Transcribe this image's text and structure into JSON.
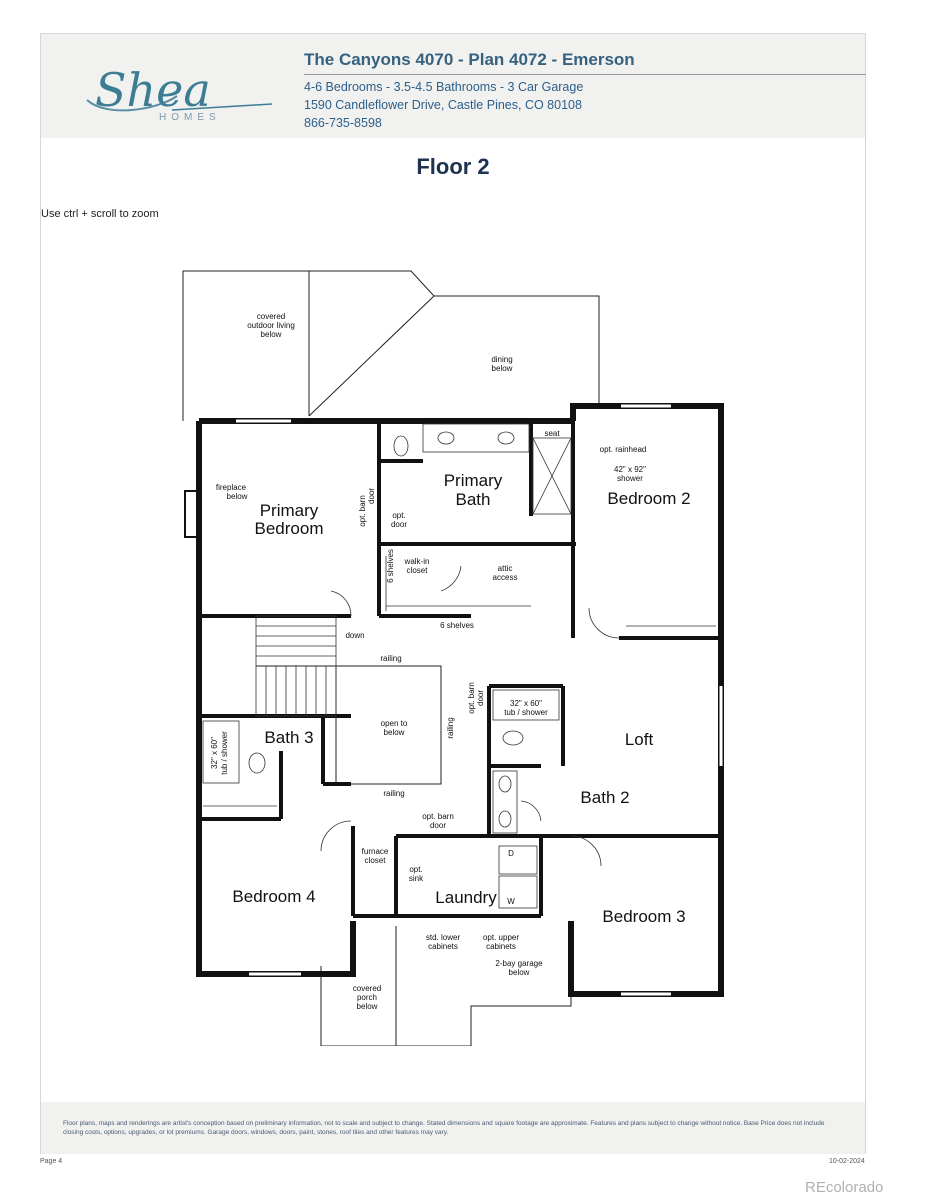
{
  "header": {
    "logo_text": "Shea",
    "logo_subtext": "HOMES",
    "title": "The Canyons 4070 - Plan 4072 - Emerson",
    "specs": "4-6 Bedrooms - 3.5-4.5 Bathrooms - 3 Car Garage",
    "address": "1590 Candleflower Drive, Castle Pines, CO 80108",
    "phone": "866-735-8598"
  },
  "page_title": "Floor 2",
  "zoom_note": "Use ctrl + scroll to zoom",
  "plan": {
    "rooms": {
      "primary_bedroom_1": "Primary",
      "primary_bedroom_2": "Bedroom",
      "primary_bath_1": "Primary",
      "primary_bath_2": "Bath",
      "bedroom_2": "Bedroom 2",
      "loft": "Loft",
      "bath_2": "Bath 2",
      "bath_3": "Bath 3",
      "bedroom_4": "Bedroom 4",
      "laundry": "Laundry",
      "bedroom_3": "Bedroom 3"
    },
    "notes": {
      "covered_outdoor_1": "covered",
      "covered_outdoor_2": "outdoor living",
      "covered_outdoor_3": "below",
      "dining_1": "dining",
      "dining_2": "below",
      "fireplace_1": "fireplace",
      "fireplace_2": "below",
      "opt_barn_door_1a": "opt. barn",
      "opt_barn_door_1b": "door",
      "opt_door_1": "opt.",
      "opt_door_2": "door",
      "seat": "seat",
      "opt_rainhead": "opt. rainhead",
      "shower_1": "42\" x 92\"",
      "shower_2": "shower",
      "six_shelves_v": "6 shelves",
      "walkin_1": "walk-in",
      "walkin_2": "closet",
      "attic_1": "attic",
      "attic_2": "access",
      "six_shelves_h": "6 shelves",
      "down": "down",
      "railing_top": "railing",
      "railing_side": "railing",
      "railing_bottom": "railing",
      "open_below_1": "open to",
      "open_below_2": "below",
      "opt_barn_door_2a": "opt. barn",
      "opt_barn_door_2b": "door",
      "tub_bath2_1": "32\" x 60\"",
      "tub_bath2_2": "tub / shower",
      "tub_bath3_1": "32\" x 60\"",
      "tub_bath3_2": "tub / shower",
      "opt_barn_door_3a": "opt. barn",
      "opt_barn_door_3b": "door",
      "furnace_1": "furnace",
      "furnace_2": "closet",
      "opt_sink_1": "opt.",
      "opt_sink_2": "sink",
      "dryer": "D",
      "washer": "W",
      "std_lower_1": "std. lower",
      "std_lower_2": "cabinets",
      "opt_upper_1": "opt. upper",
      "opt_upper_2": "cabinets",
      "garage_1": "2-bay garage",
      "garage_2": "below",
      "porch_1": "covered",
      "porch_2": "porch",
      "porch_3": "below"
    }
  },
  "disclaimer": "Floor plans, maps and renderings are artist's conception based on preliminary information, not to scale and subject to change. Stated dimensions and square footage are approximate. Features and plans subject to change without notice. Base Price does not include closing costs, options, upgrades, or lot premiums. Garage doors, windows, doors, paint, stones, roof tiles and other features may vary.",
  "footer": {
    "page": "Page 4",
    "date": "10-02-2024"
  },
  "watermark": "REcolorado",
  "colors": {
    "header_title": "#36617f",
    "header_text": "#2c5f8a",
    "page_title": "#1e3250",
    "header_bg": "#f1f1f0"
  }
}
